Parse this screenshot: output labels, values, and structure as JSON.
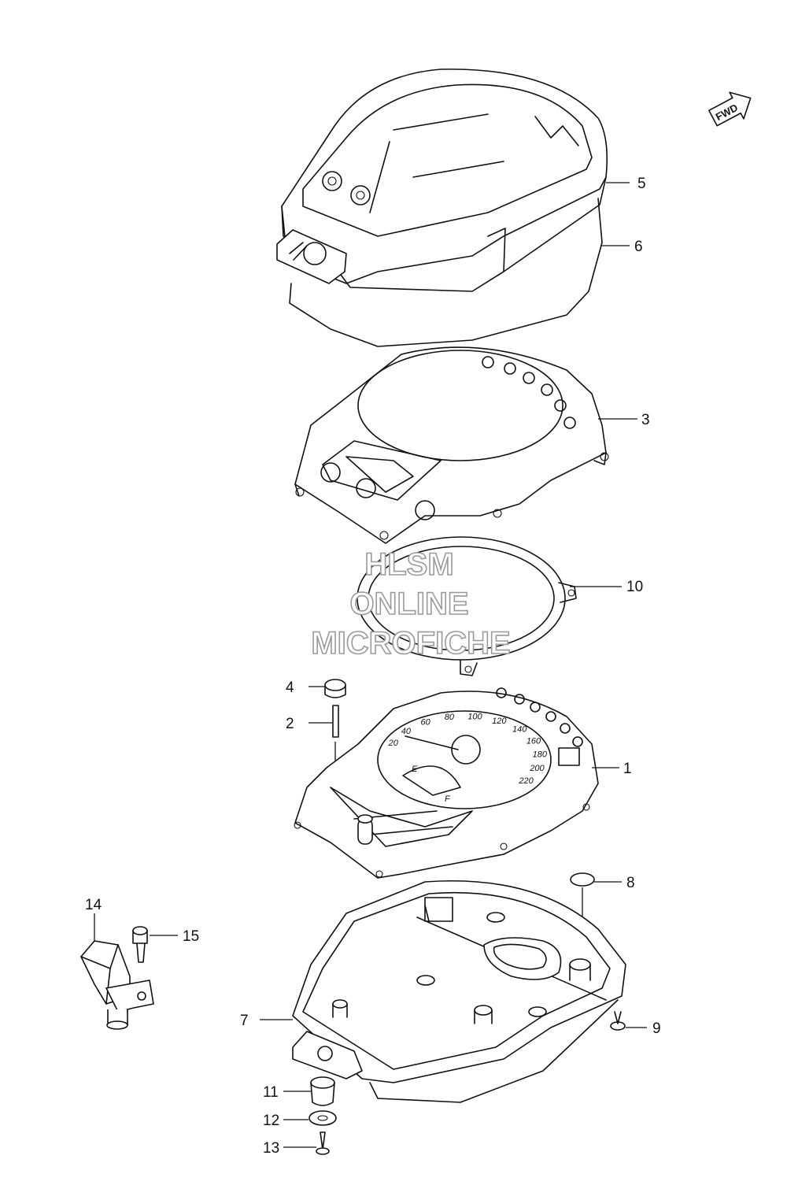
{
  "parts": [
    {
      "id": "part-1",
      "label": "1"
    },
    {
      "id": "part-2",
      "label": "2"
    },
    {
      "id": "part-3",
      "label": "3"
    },
    {
      "id": "part-4",
      "label": "4"
    },
    {
      "id": "part-5",
      "label": "5"
    },
    {
      "id": "part-6",
      "label": "6"
    },
    {
      "id": "part-7",
      "label": "7"
    },
    {
      "id": "part-8",
      "label": "8"
    },
    {
      "id": "part-9",
      "label": "9"
    },
    {
      "id": "part-10",
      "label": "10"
    },
    {
      "id": "part-11",
      "label": "11"
    },
    {
      "id": "part-12",
      "label": "12"
    },
    {
      "id": "part-13",
      "label": "13"
    },
    {
      "id": "part-14",
      "label": "14"
    },
    {
      "id": "part-15",
      "label": "15"
    }
  ],
  "fwd_label": "FWD",
  "watermark": [
    "HLSM",
    "ONLINE",
    "MICROFICHE"
  ],
  "speedo_scale": [
    "20",
    "40",
    "60",
    "80",
    "100",
    "120",
    "140",
    "160",
    "180",
    "200",
    "220"
  ],
  "fuel_marks": {
    "empty": "E",
    "full": "F"
  }
}
